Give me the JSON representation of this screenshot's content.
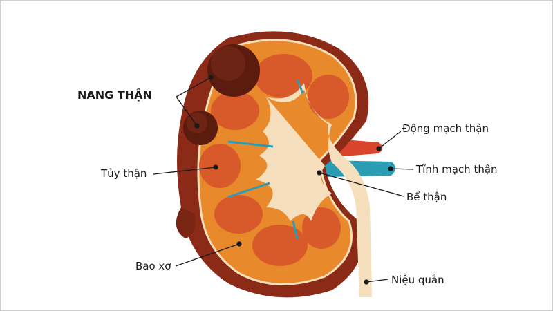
{
  "title_label": "NANG THẬN",
  "labels": {
    "medulla": "Tủy thận",
    "capsule": "Bao xơ",
    "artery": "Động mạch thận",
    "vein": "Tĩnh mạch thận",
    "pelvis": "Bể thận",
    "ureter": "Niệu quản"
  },
  "colors": {
    "capsule": "#8a2a17",
    "cortex": "#e8892c",
    "medulla": "#d8592a",
    "pelvis": "#f6dfbd",
    "artery": "#d9452b",
    "vein": "#2a9cb4",
    "cyst": "#5b1b0f"
  }
}
